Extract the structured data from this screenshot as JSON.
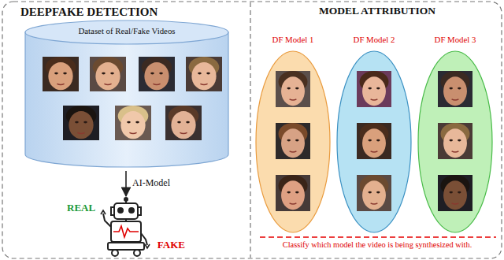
{
  "diagram": {
    "nodes": [
      {
        "text": [
          "DEEPFAKE DETECTION"
        ]
      },
      {
        "text": [
          "MODEL ATTRIBUTION"
        ]
      },
      {
        "text": [
          "Dataset of Real/Fake Videos"
        ],
        "in": 0
      },
      {
        "text": [
          "REAL",
          "FAKE"
        ],
        "in": 0
      },
      {
        "text": [
          "DF Model 1"
        ],
        "in": 1
      },
      {
        "text": [
          "DF Model 2"
        ],
        "in": 1
      },
      {
        "text": [
          "DF Model 3"
        ],
        "in": 1
      }
    ],
    "edges": [
      {
        "from": 2,
        "to": 3,
        "label": "AI-Model",
        "arrow": "to"
      }
    ],
    "labels": [
      "Classify which model the video is being synthesized with."
    ]
  }
}
